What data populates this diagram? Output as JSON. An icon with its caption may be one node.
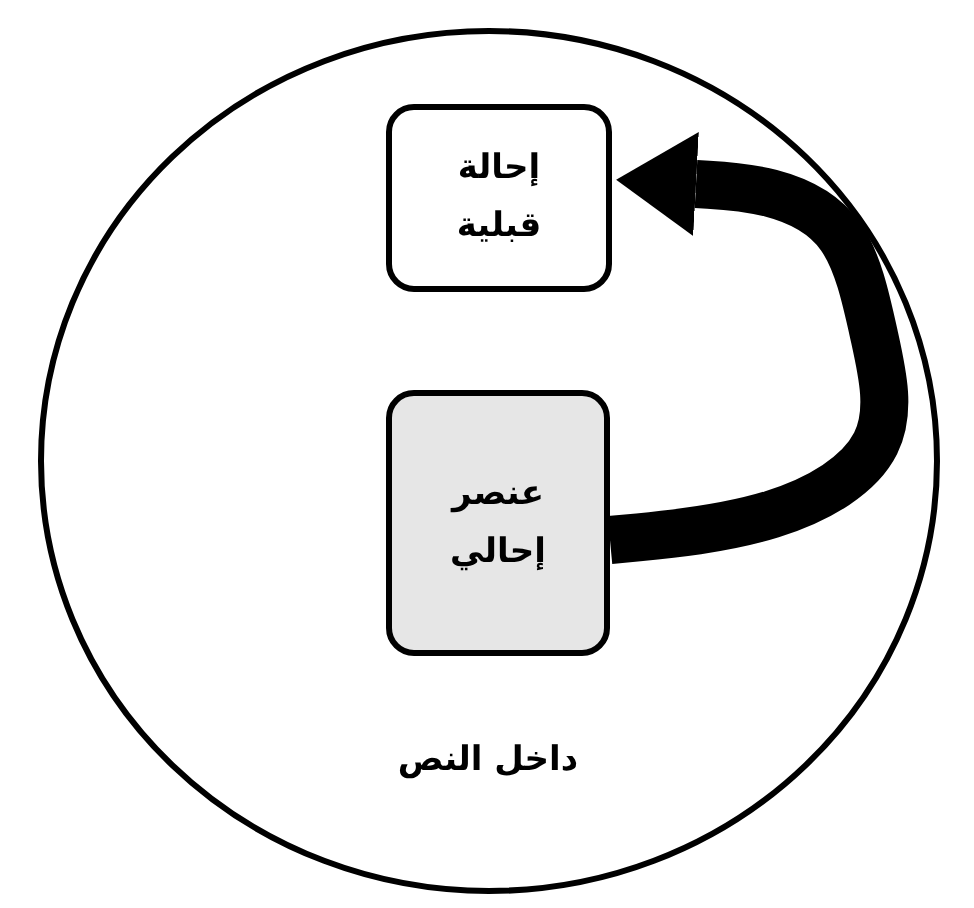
{
  "diagram": {
    "nodes": [
      {
        "text": [
          "داخل النص"
        ]
      },
      {
        "text": [
          "إحالة قبلية"
        ],
        "in": 0
      },
      {
        "text": [
          "عنصر إحالي"
        ],
        "in": 0
      }
    ],
    "edges": [
      {
        "from": 2,
        "to": 1,
        "arrow": "to"
      }
    ]
  }
}
